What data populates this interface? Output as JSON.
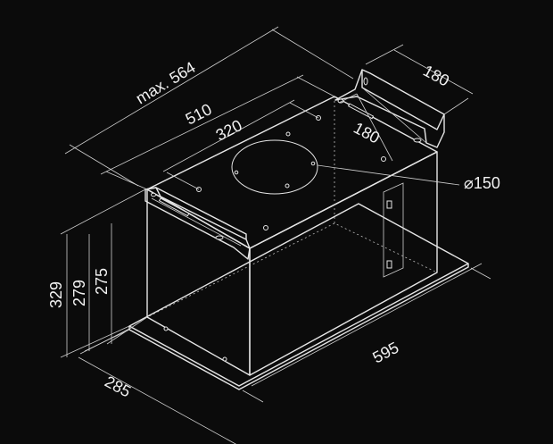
{
  "dimensions": {
    "max_width": "max. 564",
    "width_510": "510",
    "inlet_320": "320",
    "bracket_depth": "180",
    "bracket_spacing": "180",
    "diameter": "⌀150",
    "height_329": "329",
    "height_279": "279",
    "height_275": "275",
    "depth_285": "285",
    "length_595": "595"
  },
  "colors": {
    "background": "#0b0b0b",
    "lines": "#e6e6e6"
  }
}
